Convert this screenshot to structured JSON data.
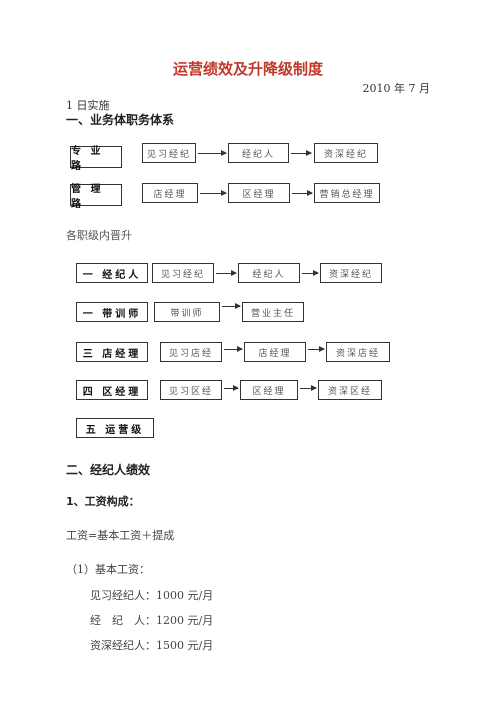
{
  "title": "运营绩效及升降级制度",
  "date_line": "2010 年 7 月",
  "implement_line": "1 日实施",
  "section1": {
    "heading": "一、业务体职务体系",
    "rows": [
      {
        "label": "专 业 路",
        "nodes": [
          "见习经纪",
          "经纪人",
          "资深经纪"
        ]
      },
      {
        "label": "管 理 路",
        "nodes": [
          "店经理",
          "区经理",
          "营销总经理"
        ]
      }
    ]
  },
  "promotion": {
    "heading": "各职级内晋升",
    "rows": [
      {
        "label": "一  经纪人",
        "nodes": [
          "见习经纪",
          "经纪人",
          "资深经纪"
        ]
      },
      {
        "label": "一  带训师",
        "nodes": [
          "带训师",
          "营业主任"
        ]
      },
      {
        "label": "三  店经理",
        "nodes": [
          "见习店经",
          "店经理",
          "资深店经"
        ]
      },
      {
        "label": "四  区经理",
        "nodes": [
          "见习区经",
          "区经理",
          "资深区经"
        ]
      },
      {
        "label": "五  运营级",
        "nodes": []
      }
    ]
  },
  "section2": {
    "heading": "二、经纪人绩效",
    "sub_heading": "1、工资构成：",
    "formula": "工资=基本工资＋提成",
    "basic_label": "（1）基本工资：",
    "salaries": [
      "见习经纪人：1000 元/月",
      "经　纪　人：1200 元/月",
      "资深经纪人：1500 元/月"
    ]
  }
}
